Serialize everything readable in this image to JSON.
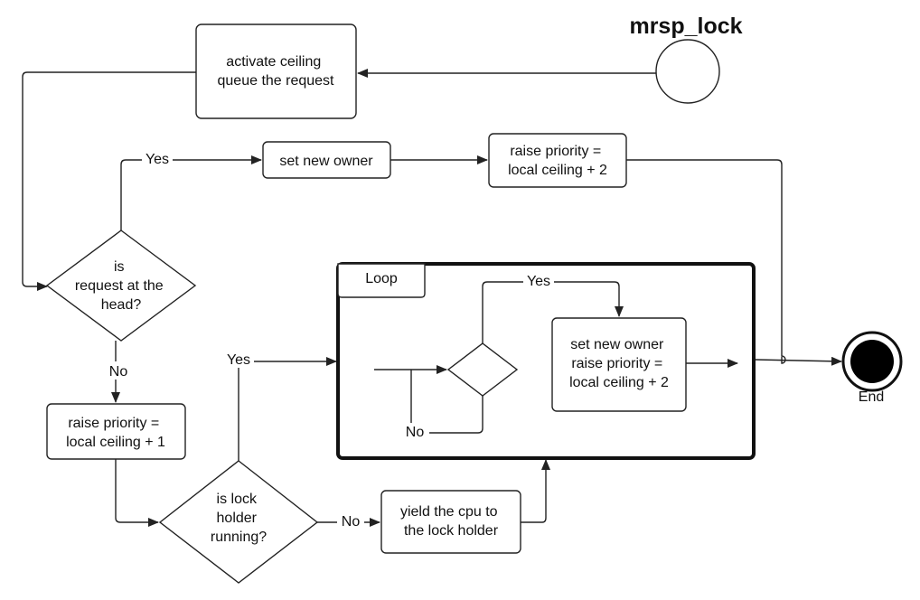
{
  "title": "mrsp_lock",
  "nodes": {
    "activate": [
      "activate ceiling",
      "queue the request"
    ],
    "set_owner": "set new owner",
    "raise2_top": [
      "raise priority =",
      "local ceiling + 2"
    ],
    "is_head": [
      "is",
      "request at the",
      "head?"
    ],
    "raise1": [
      "raise priority =",
      "local ceiling + 1"
    ],
    "is_running": [
      "is lock",
      "holder",
      "running?"
    ],
    "yield": [
      "yield the cpu to",
      "the lock holder"
    ],
    "loop_label": "Loop",
    "loop_action": [
      "set new owner",
      "raise priority =",
      "local ceiling + 2"
    ],
    "end": "End"
  },
  "edge_labels": {
    "head_yes": "Yes",
    "head_no": "No",
    "running_yes": "Yes",
    "running_no": "No",
    "loop_yes": "Yes",
    "loop_no": "No"
  }
}
